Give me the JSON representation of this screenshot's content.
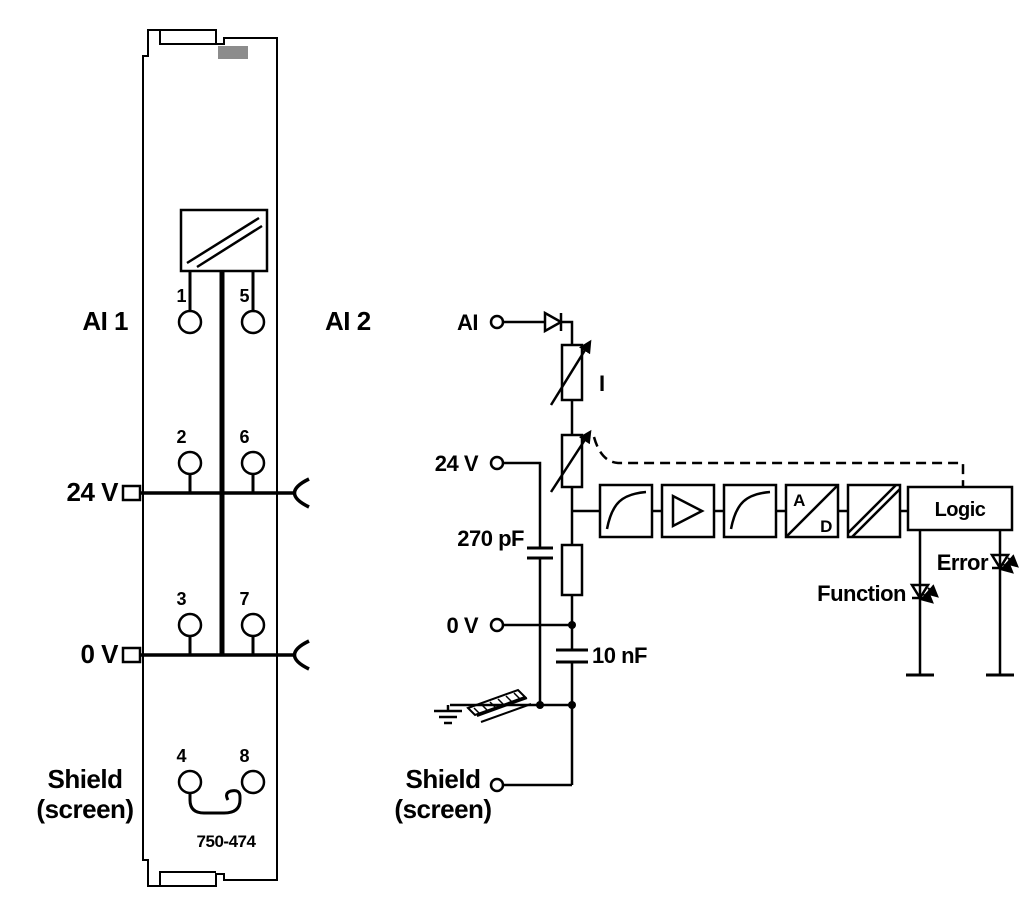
{
  "module": {
    "part_number": "750-474",
    "terminal_numbers": [
      "1",
      "2",
      "3",
      "4",
      "5",
      "6",
      "7",
      "8"
    ],
    "labels": {
      "ai1": "AI 1",
      "ai2": "AI 2",
      "supply_24v": "24 V",
      "supply_0v": "0 V",
      "shield_line1": "Shield",
      "shield_line2": "(screen)"
    }
  },
  "schematic": {
    "labels": {
      "ai": "AI",
      "supply_24v": "24 V",
      "supply_0v": "0 V",
      "shield_line1": "Shield",
      "shield_line2": "(screen)",
      "cap_270pf": "270 pF",
      "cap_10nf": "10 nF",
      "current_source": "I",
      "logic": "Logic",
      "led_function": "Function",
      "led_error": "Error",
      "adc_a": "A",
      "adc_d": "D"
    }
  },
  "colors": {
    "line": "#000000",
    "background": "#ffffff",
    "bus_contact": "#8c8c8c"
  }
}
